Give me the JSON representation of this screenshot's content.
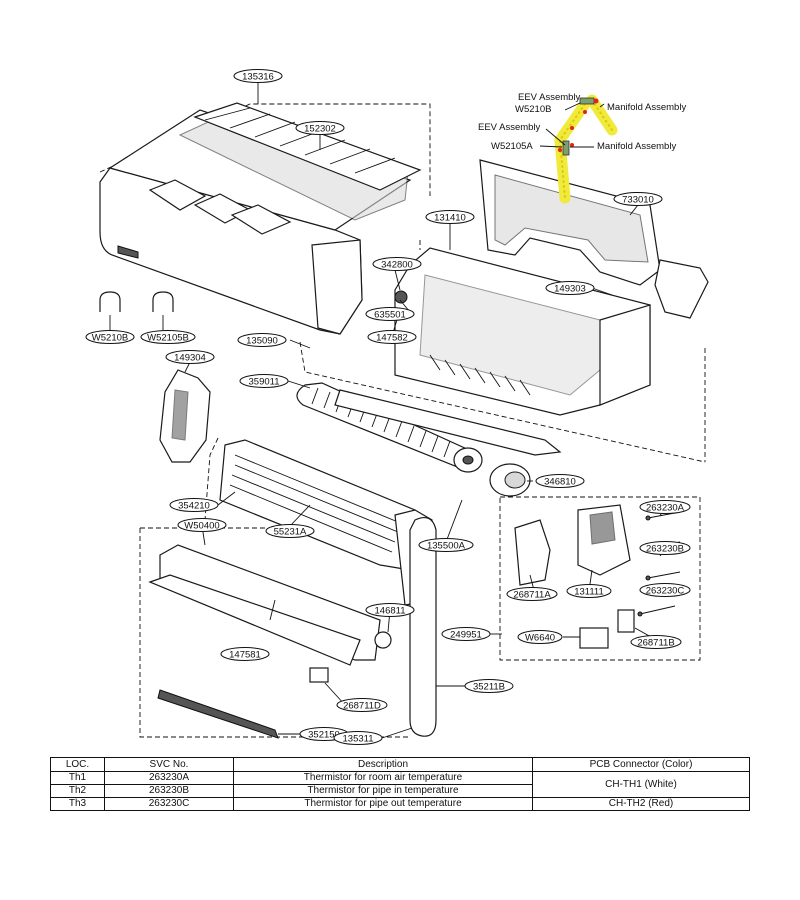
{
  "parts": {
    "p135316": "135316",
    "p152302": "152302",
    "p733010": "733010",
    "p131410": "131410",
    "p342800": "342800",
    "p149303": "149303",
    "p635501": "635501",
    "p147582": "147582",
    "pW5210B": "W5210B",
    "pW52105B": "W52105B",
    "p135090": "135090",
    "p149304": "149304",
    "p359011": "359011",
    "p346810": "346810",
    "p354210": "354210",
    "p263230A": "263230A",
    "pW50400": "W50400",
    "p55231A": "55231A",
    "p135500A": "135500A",
    "p263230B": "263230B",
    "p268711A": "268711A",
    "p131111": "131111",
    "p263230C": "263230C",
    "p146811": "146811",
    "p249951": "249951",
    "pW6640": "W6640",
    "p268711B": "268711B",
    "p147581": "147581",
    "p268711D": "268711D",
    "p35211B": "35211B",
    "p352150": "352150",
    "p135311": "135311"
  },
  "annotations": {
    "eev1": "EEV Assembly",
    "w5210b": "W5210B",
    "manifold1": "Manifold Assembly",
    "eev2": "EEV Assembly",
    "w52105a": "W52105A",
    "manifold2": "Manifold Assembly"
  },
  "table": {
    "headers": [
      "LOC.",
      "SVC No.",
      "Description",
      "PCB Connector (Color)"
    ],
    "rows": [
      {
        "loc": "Th1",
        "svc": "263230A",
        "desc": "Thermistor for room air temperature"
      },
      {
        "loc": "Th2",
        "svc": "263230B",
        "desc": "Thermistor for pipe in temperature"
      },
      {
        "loc": "Th3",
        "svc": "263230C",
        "desc": "Thermistor for pipe out temperature"
      }
    ],
    "connectors": [
      "CH-TH1 (White)",
      "CH-TH2 (Red)"
    ]
  },
  "colors": {
    "pipe_highlight": "#f2ea3a",
    "marker": "#e0231b"
  }
}
